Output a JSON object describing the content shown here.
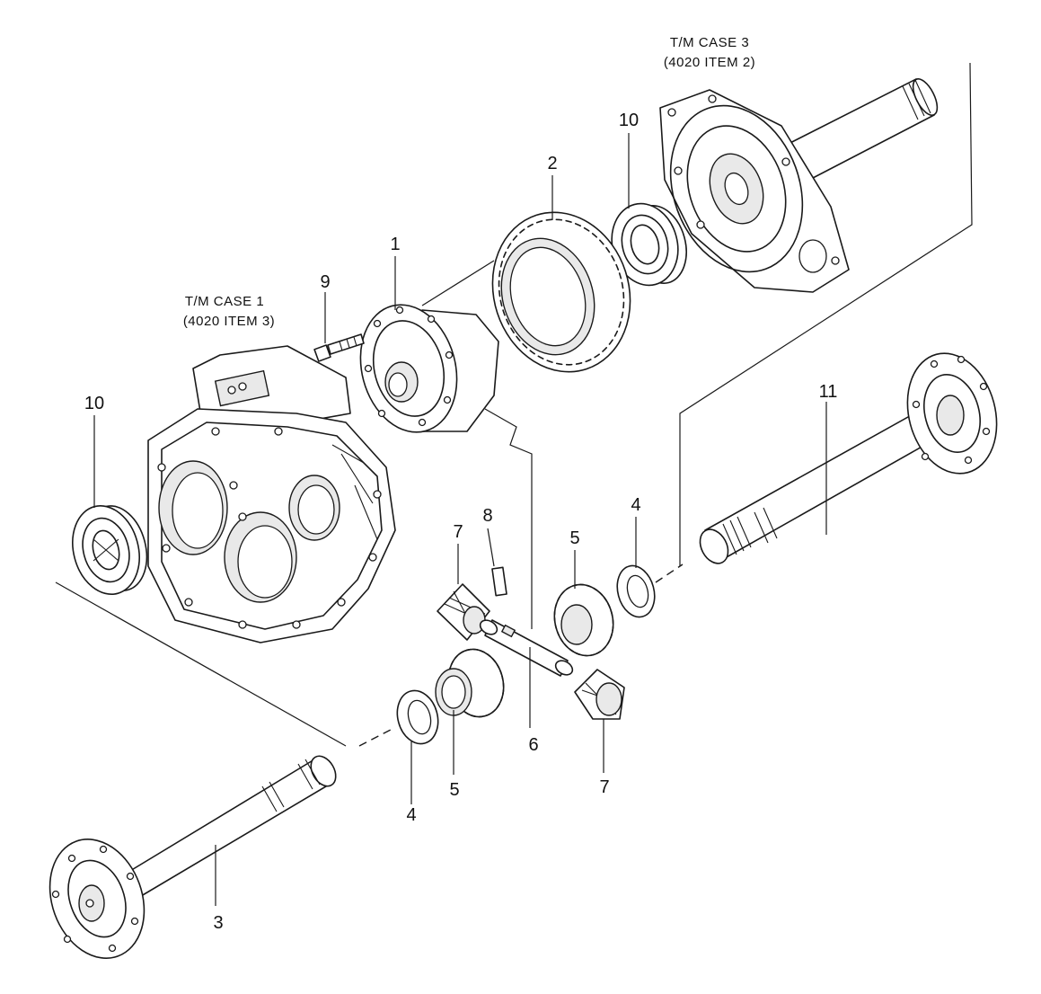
{
  "notes": {
    "case3_line1": "T/M CASE 3",
    "case3_line2": "(4020 ITEM 2)",
    "case1_line1": "T/M CASE 1",
    "case1_line2": "(4020 ITEM 3)"
  },
  "parts": {
    "p1": "1",
    "p2": "2",
    "p3": "3",
    "p4a": "4",
    "p4b": "4",
    "p5a": "5",
    "p5b": "5",
    "p6": "6",
    "p7a": "7",
    "p7b": "7",
    "p8": "8",
    "p9": "9",
    "p10a": "10",
    "p10b": "10",
    "p11": "11"
  }
}
